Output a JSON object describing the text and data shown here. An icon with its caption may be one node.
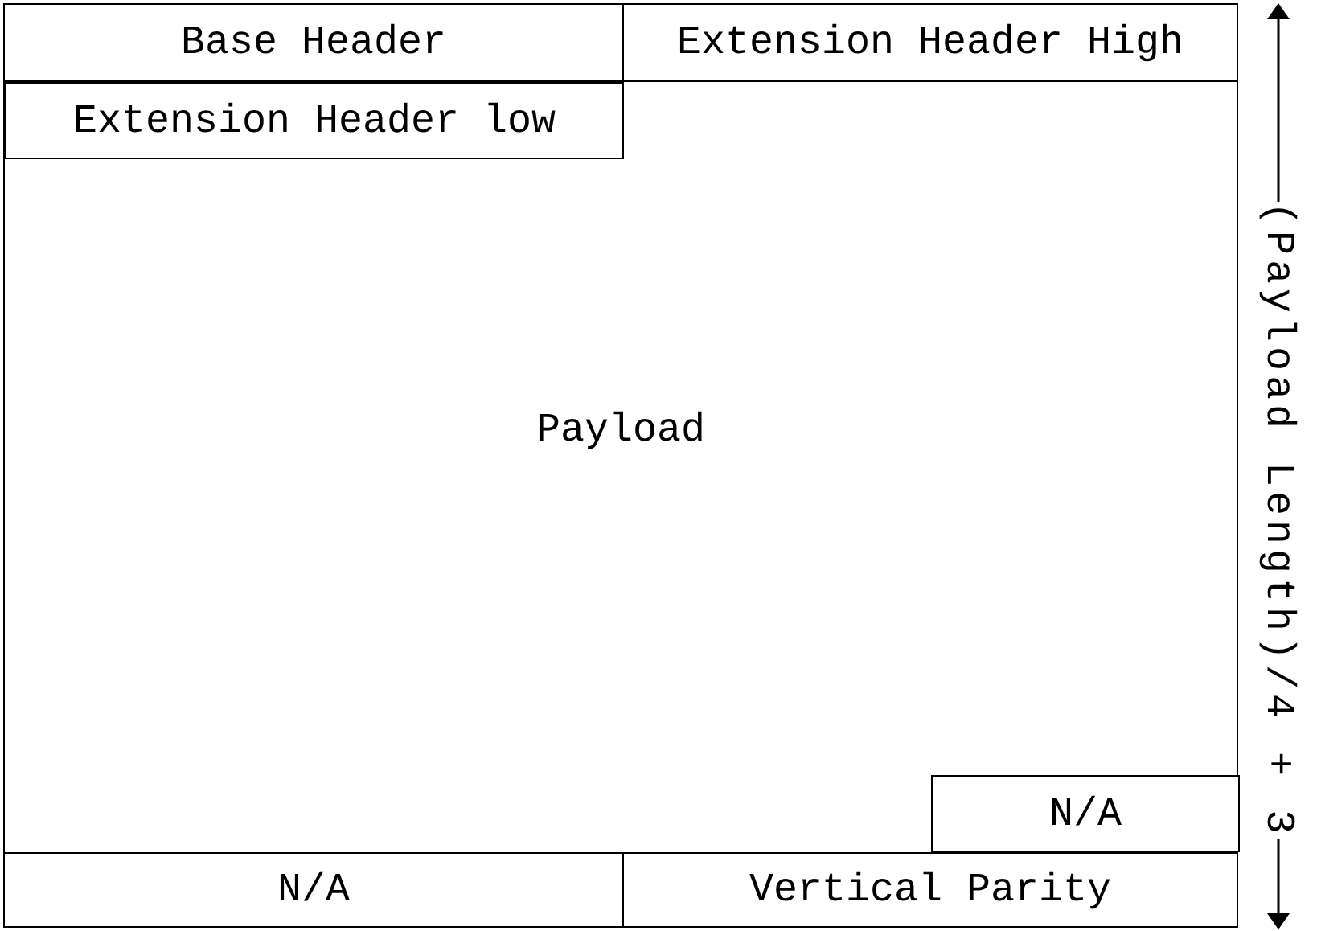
{
  "diagram": {
    "nodes": [
      {
        "text": [
          "Base Header"
        ]
      },
      {
        "text": [
          "Extension Header High"
        ]
      },
      {
        "text": [
          "Payload"
        ]
      },
      {
        "text": [
          "Extension Header low"
        ],
        "in": 2
      },
      {
        "text": [
          "N/A"
        ],
        "in": 2
      },
      {
        "text": [
          "N/A"
        ]
      },
      {
        "text": [
          "Vertical Parity"
        ]
      }
    ],
    "labels": [
      "(Payload Length)/4 + 3"
    ]
  }
}
